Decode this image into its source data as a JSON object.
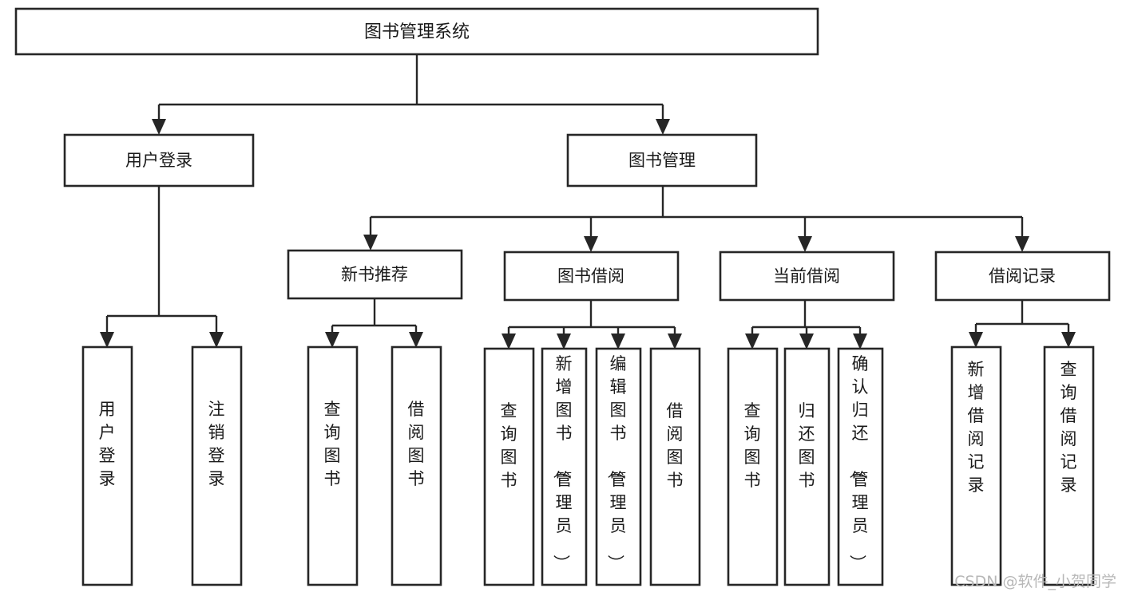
{
  "diagram": {
    "type": "tree-hierarchy",
    "orientation": "top-down",
    "title": "图书管理系统",
    "root": {
      "label": "图书管理系统",
      "level": 0
    },
    "level1": [
      {
        "label": "用户登录"
      },
      {
        "label": "图书管理"
      }
    ],
    "level2": [
      {
        "label": "新书推荐",
        "parent": "图书管理"
      },
      {
        "label": "图书借阅",
        "parent": "图书管理"
      },
      {
        "label": "当前借阅",
        "parent": "图书管理"
      },
      {
        "label": "借阅记录",
        "parent": "图书管理"
      }
    ],
    "leaves": {
      "user_login": [
        {
          "label": "用户登录"
        },
        {
          "label": "注销登录"
        }
      ],
      "new_book_recommend": [
        {
          "label": "查询图书"
        },
        {
          "label": "借阅图书"
        }
      ],
      "book_borrow": [
        {
          "label": "查询图书"
        },
        {
          "label": "新增图书（管理员）"
        },
        {
          "label": "编辑图书（管理员）"
        },
        {
          "label": "借阅图书"
        }
      ],
      "current_borrow": [
        {
          "label": "查询图书"
        },
        {
          "label": "归还图书"
        },
        {
          "label": "确认归还（管理员）"
        }
      ],
      "borrow_records": [
        {
          "label": "新增借阅记录"
        },
        {
          "label": "查询借阅记录"
        }
      ]
    }
  },
  "watermark": {
    "text": "CSDN @软件_小贺同学"
  },
  "colors": {
    "stroke": "#262626",
    "box_fill": "#ffffff",
    "text": "#1a1a1a",
    "background": "#ffffff",
    "watermark": "#b8b8b8"
  }
}
